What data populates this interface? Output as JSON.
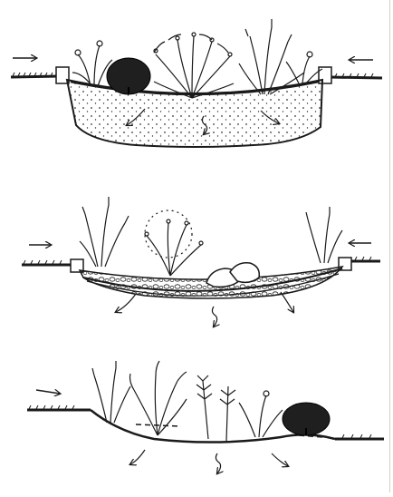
{
  "figure": {
    "panels": [
      {
        "id": "top",
        "kind": "deep-basin-with-gravel-fill"
      },
      {
        "id": "middle",
        "kind": "shallow-swale-with-stones"
      },
      {
        "id": "bottom",
        "kind": "landscape-depression"
      }
    ],
    "ink_color": "#1a1a1a",
    "fill_color": "#f2f2f2",
    "background": "#ffffff",
    "icons": [
      "flow-arrow-icon",
      "infiltration-arrow-icon",
      "pipe-icon",
      "plant-icon",
      "shrub-icon",
      "rock-icon"
    ]
  }
}
